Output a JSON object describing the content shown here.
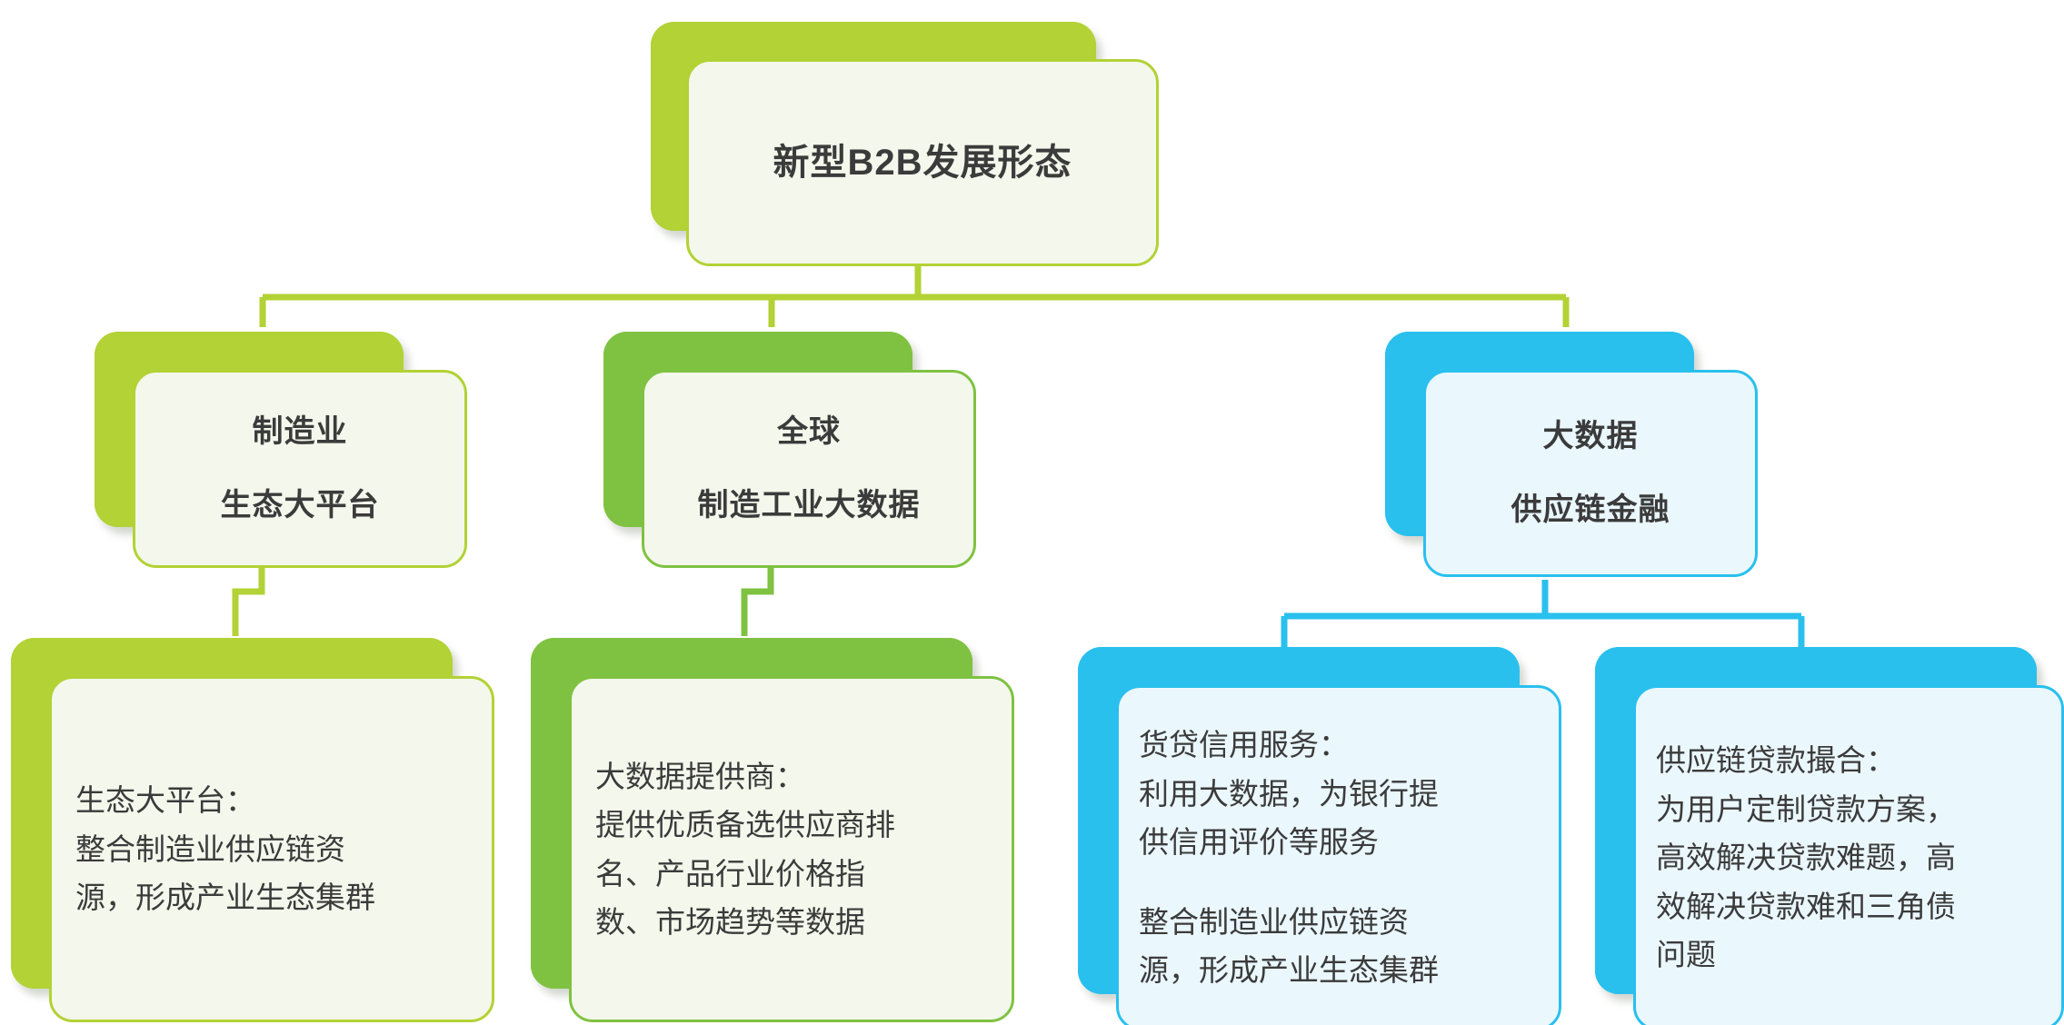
{
  "diagram": {
    "title": "新型B2B发展形态",
    "palette": {
      "green_light": "#b2d235",
      "green_medium": "#7fc242",
      "blue": "#29c0ee",
      "fill_cream": "#f4f7ec",
      "fill_ice": "#eaf7fd",
      "text": "#3b3b3b",
      "background": "#ffffff"
    },
    "root": {
      "label": "新型B2B发展形态",
      "color": "#b2d235",
      "fill": "#f4f7ec"
    },
    "branches": [
      {
        "id": "manufacturing-platform",
        "color": "#b2d235",
        "fill": "#f4f7ec",
        "line1": "制造业",
        "line2": "生态大平台",
        "children": [
          {
            "id": "eco-platform-detail",
            "color": "#b2d235",
            "fill": "#f4f7ec",
            "paragraphs": [
              "生态大平台：\n整合制造业供应链资\n源，形成产业生态集群"
            ]
          }
        ]
      },
      {
        "id": "global-industrial-bigdata",
        "color": "#7fc242",
        "fill": "#f4f7ec",
        "line1": "全球",
        "line2": "制造工业大数据",
        "children": [
          {
            "id": "bigdata-provider-detail",
            "color": "#7fc242",
            "fill": "#f4f7ec",
            "paragraphs": [
              "大数据提供商：\n提供优质备选供应商排\n名、产品行业价格指\n数、市场趋势等数据"
            ]
          }
        ]
      },
      {
        "id": "bigdata-supplychain-finance",
        "color": "#29c0ee",
        "fill": "#eaf7fd",
        "line1": "大数据",
        "line2": "供应链金融",
        "children": [
          {
            "id": "credit-service-detail",
            "color": "#29c0ee",
            "fill": "#eaf7fd",
            "paragraphs": [
              "货贷信用服务：\n利用大数据，为银行提\n供信用评价等服务",
              "整合制造业供应链资\n源，形成产业生态集群"
            ]
          },
          {
            "id": "loan-matching-detail",
            "color": "#29c0ee",
            "fill": "#eaf7fd",
            "paragraphs": [
              "供应链贷款撮合：\n为用户定制贷款方案，\n高效解决贷款难题，高\n效解决贷款难和三角债\n问题"
            ]
          }
        ]
      }
    ]
  }
}
